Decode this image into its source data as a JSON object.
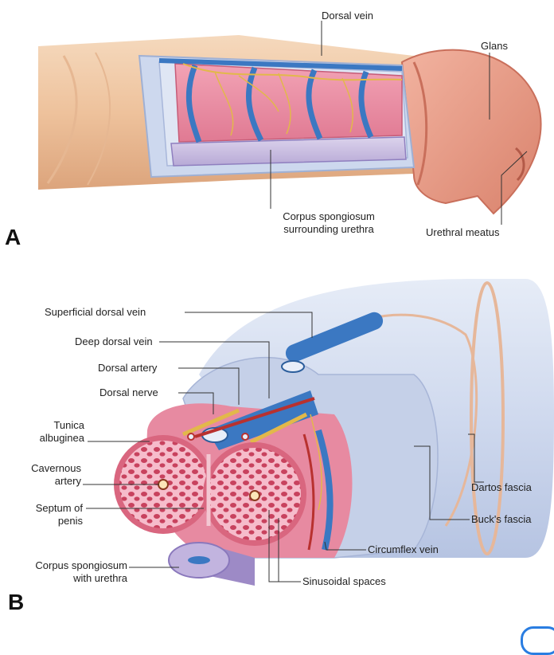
{
  "panel_a": {
    "letter": "A",
    "labels": {
      "dorsal_vein": "Dorsal vein",
      "glans": "Glans",
      "corpus_spongiosum_line1": "Corpus spongiosum",
      "corpus_spongiosum_line2": "surrounding urethra",
      "urethral_meatus": "Urethral meatus"
    }
  },
  "panel_b": {
    "letter": "B",
    "labels": {
      "superficial_dorsal_vein": "Superficial dorsal vein",
      "deep_dorsal_vein": "Deep dorsal vein",
      "dorsal_artery": "Dorsal artery",
      "dorsal_nerve": "Dorsal nerve",
      "tunica_line1": "Tunica",
      "tunica_line2": "albuginea",
      "cavernous_line1": "Cavernous",
      "cavernous_line2": "artery",
      "septum_line1": "Septum of",
      "septum_line2": "penis",
      "spongiosum_line1": "Corpus spongiosum",
      "spongiosum_line2": "with urethra",
      "dartos": "Dartos fascia",
      "bucks": "Buck's fascia",
      "circumflex": "Circumflex vein",
      "sinusoidal": "Sinusoidal spaces"
    }
  },
  "colors": {
    "skin": "#efc9a5",
    "skin_dark": "#d9a57e",
    "pink": "#e9809a",
    "pink_light": "#f6b8c6",
    "vein_blue": "#3b78c2",
    "fascia": "#c9d4ea",
    "nerve": "#e2b84a",
    "artery": "#b8312f"
  }
}
